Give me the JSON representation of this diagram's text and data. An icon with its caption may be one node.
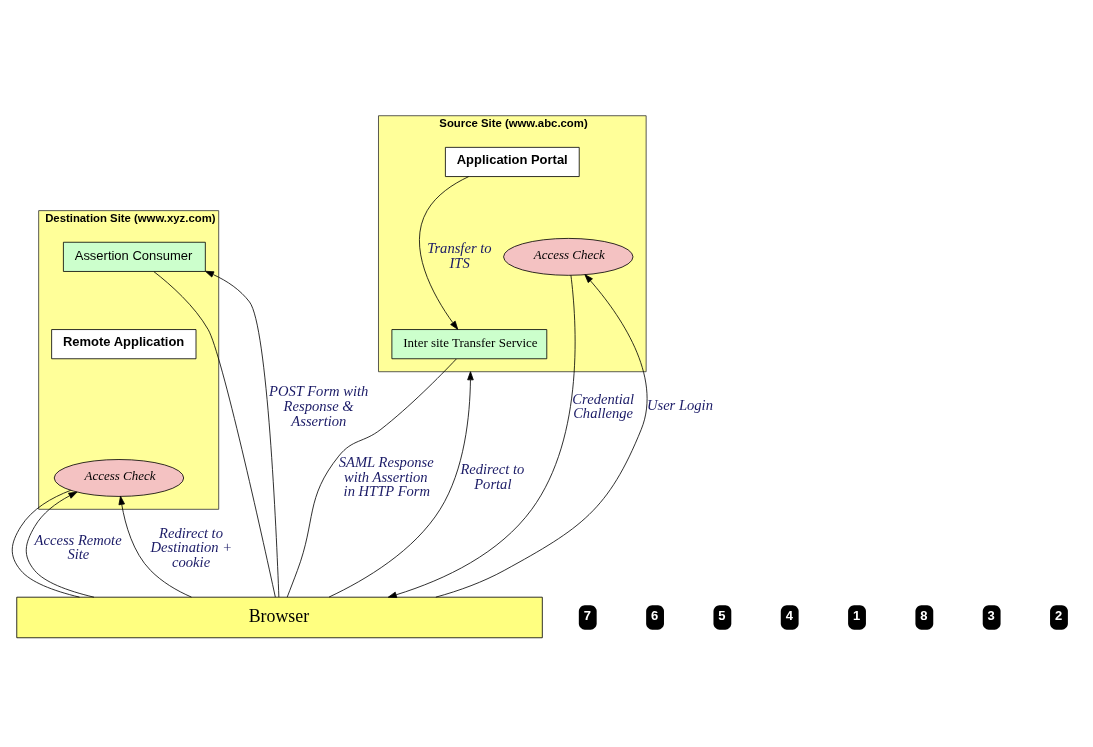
{
  "diagram": {
    "nodes": [
      {
        "text": [
          "Destination Site (www.xyz.com)"
        ]
      },
      {
        "text": [
          "Assertion Consumer"
        ],
        "in": 0
      },
      {
        "text": [
          "Remote Application"
        ],
        "in": 0
      },
      {
        "text": [
          "Access Check"
        ],
        "in": 0
      },
      {
        "text": [
          "Source Site (www.abc.com)"
        ]
      },
      {
        "text": [
          "Inter site Transfer Service"
        ],
        "in": 4
      },
      {
        "text": [
          "Application Portal"
        ],
        "in": 4
      },
      {
        "text": [
          "Access Check"
        ],
        "in": 4
      },
      {
        "text": [
          "Browser"
        ]
      }
    ],
    "edges": [
      {
        "from": 8,
        "to": 3,
        "arrow": "to",
        "label": "Access Remote Site"
      },
      {
        "from": 3,
        "to": 8,
        "arrow": "none"
      },
      {
        "from": 8,
        "to": 4,
        "arrow": "to",
        "label": "Redirect to Portal"
      },
      {
        "from": 7,
        "to": 8,
        "arrow": "to",
        "label": "Credential Challenge"
      },
      {
        "from": 8,
        "to": 7,
        "arrow": "to",
        "label": "User Login"
      },
      {
        "from": 6,
        "to": 5,
        "arrow": "to",
        "label": "Transfer to ITS"
      },
      {
        "from": 5,
        "to": 8,
        "arrow": "none",
        "label": "SAML Response with Assertion in HTTP Form"
      },
      {
        "from": 8,
        "to": 1,
        "arrow": "to",
        "label": "POST Form with Response & Assertion"
      },
      {
        "from": 1,
        "to": 8,
        "arrow": "none"
      },
      {
        "from": 8,
        "to": 3,
        "arrow": "to",
        "label": "Redirect to Destination + cookie"
      }
    ],
    "labels": [
      "7",
      "6",
      "5",
      "4",
      "1",
      "8",
      "3",
      "2"
    ]
  }
}
